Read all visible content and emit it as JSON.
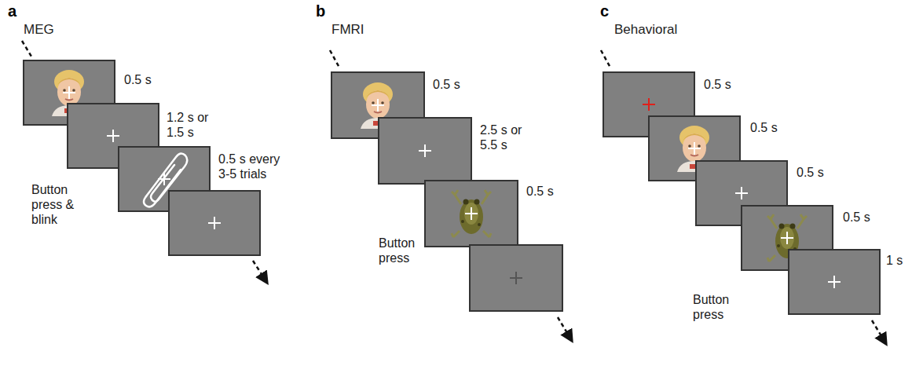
{
  "diagram": {
    "labels": [
      "a",
      "MEG",
      "0.5 s",
      "1.2 s or 1.5 s",
      "0.5 s every 3-5 trials",
      "Button press & blink",
      "b",
      "FMRI",
      "0.5 s",
      "2.5 s or 5.5 s",
      "0.5 s",
      "Button press",
      "c",
      "Behavioral",
      "0.5 s",
      "0.5 s",
      "0.5 s",
      "0.5 s",
      "Button press",
      "1 s"
    ]
  }
}
